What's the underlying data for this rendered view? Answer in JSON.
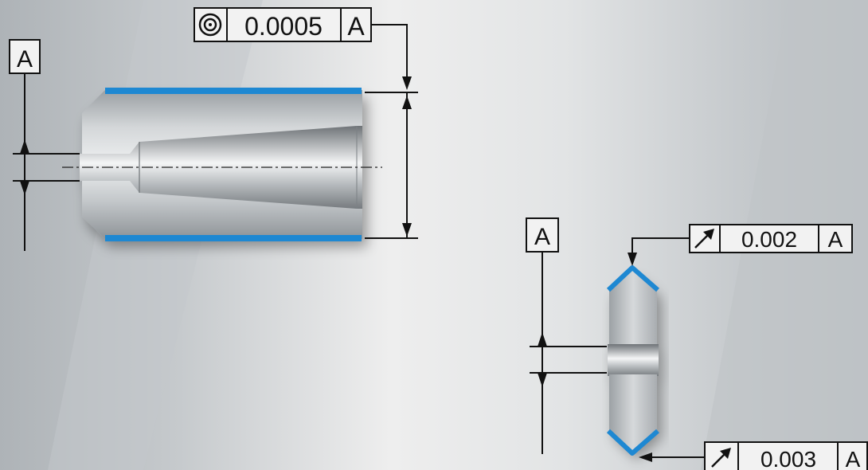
{
  "datum": {
    "letter": "A"
  },
  "fcf_concentricity": {
    "symbol": "concentricity-symbol",
    "tolerance": "0.0005",
    "datum": "A"
  },
  "fcf_runout_top": {
    "symbol": "circular-runout-arrow",
    "tolerance": "0.002",
    "datum": "A"
  },
  "fcf_runout_bottom": {
    "symbol": "circular-runout-arrow",
    "tolerance": "0.003",
    "datum": "A"
  },
  "colors": {
    "highlight": "#1e88d2",
    "line": "#111111",
    "part_light": "#e6e8ea",
    "part_dark": "#8a8f93",
    "frame_fill": "#f2f2f2"
  }
}
